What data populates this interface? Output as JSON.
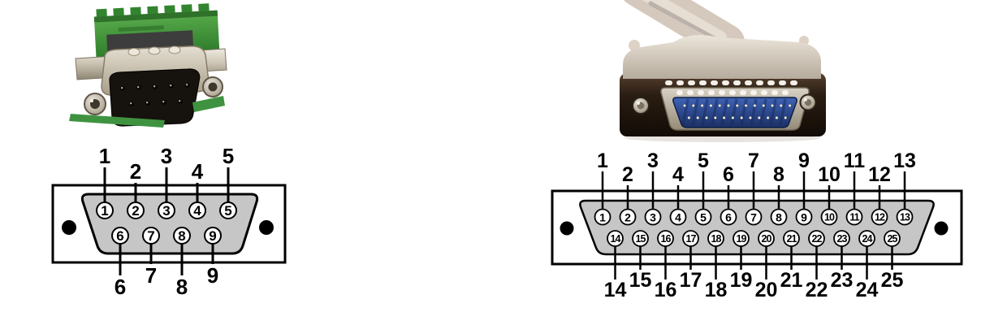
{
  "figure": {
    "background": "#ffffff",
    "groups": [
      {
        "id": "db9",
        "photo_icon": "db9-connector-photo",
        "diagram": {
          "top_pins": [
            "1",
            "2",
            "3",
            "4",
            "5"
          ],
          "bottom_pins": [
            "6",
            "7",
            "8",
            "9"
          ]
        }
      },
      {
        "id": "db25",
        "photo_icon": "db25-connector-photo",
        "diagram": {
          "top_pins": [
            "1",
            "2",
            "3",
            "4",
            "5",
            "6",
            "7",
            "8",
            "9",
            "10",
            "11",
            "12",
            "13"
          ],
          "bottom_pins": [
            "14",
            "15",
            "16",
            "17",
            "18",
            "19",
            "20",
            "21",
            "22",
            "23",
            "24",
            "25"
          ]
        }
      }
    ],
    "colors": {
      "diagram_body_fill": "#c6c6c6",
      "diagram_outline": "#000000",
      "pin_fill": "#ffffff",
      "pin_text": "#000000",
      "label_text": "#000000",
      "mount_hole": "#000000",
      "plate_fill": "#ffffff",
      "pcb_green": "#3f9340",
      "cable_beige": "#d5c8bc",
      "insert_blue": "#2c4f9e"
    }
  }
}
